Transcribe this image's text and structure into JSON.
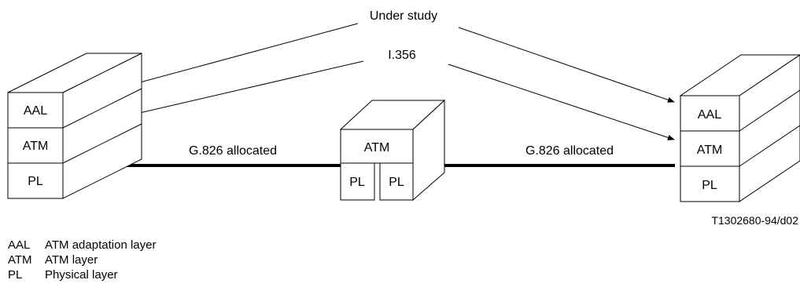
{
  "diagram": {
    "annotations": {
      "under_study": "Under study",
      "i356": "I.356"
    },
    "left_stack": {
      "layers": [
        "AAL",
        "ATM",
        "PL"
      ]
    },
    "middle_node": {
      "top": "ATM",
      "bottom_left": "PL",
      "bottom_right": "PL"
    },
    "right_stack": {
      "layers": [
        "AAL",
        "ATM",
        "PL"
      ]
    },
    "links": {
      "left": "G.826 allocated",
      "right": "G.826 allocated"
    },
    "figure_id": "T1302680-94/d02"
  },
  "legend": [
    {
      "abbr": "AAL",
      "text": "ATM adaptation layer"
    },
    {
      "abbr": "ATM",
      "text": "ATM layer"
    },
    {
      "abbr": "PL",
      "text": "Physical layer"
    }
  ]
}
